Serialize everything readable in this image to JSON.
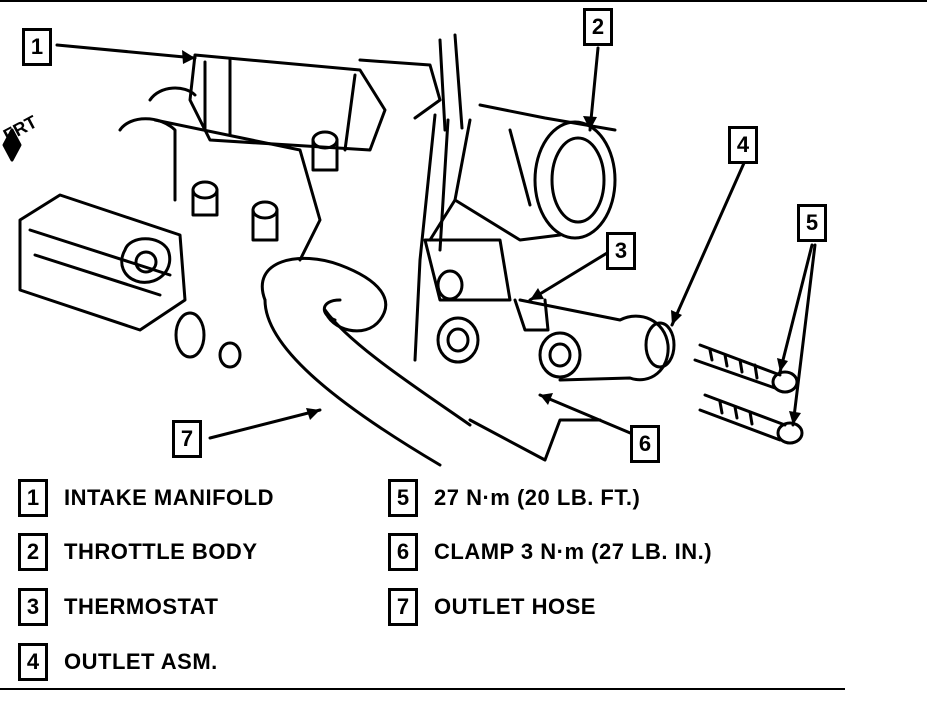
{
  "direction_label": "FRT",
  "callouts": [
    {
      "id": "1",
      "label": "1"
    },
    {
      "id": "2",
      "label": "2"
    },
    {
      "id": "3",
      "label": "3"
    },
    {
      "id": "4",
      "label": "4"
    },
    {
      "id": "5",
      "label": "5"
    },
    {
      "id": "6",
      "label": "6"
    },
    {
      "id": "7",
      "label": "7"
    }
  ],
  "legend": [
    {
      "num": "1",
      "text": "INTAKE MANIFOLD"
    },
    {
      "num": "2",
      "text": "THROTTLE BODY"
    },
    {
      "num": "3",
      "text": "THERMOSTAT"
    },
    {
      "num": "4",
      "text": "OUTLET ASM."
    },
    {
      "num": "5",
      "text": "27 N·m (20 LB. FT.)"
    },
    {
      "num": "6",
      "text": "CLAMP 3 N·m (27 LB. IN.)"
    },
    {
      "num": "7",
      "text": "OUTLET HOSE"
    }
  ]
}
